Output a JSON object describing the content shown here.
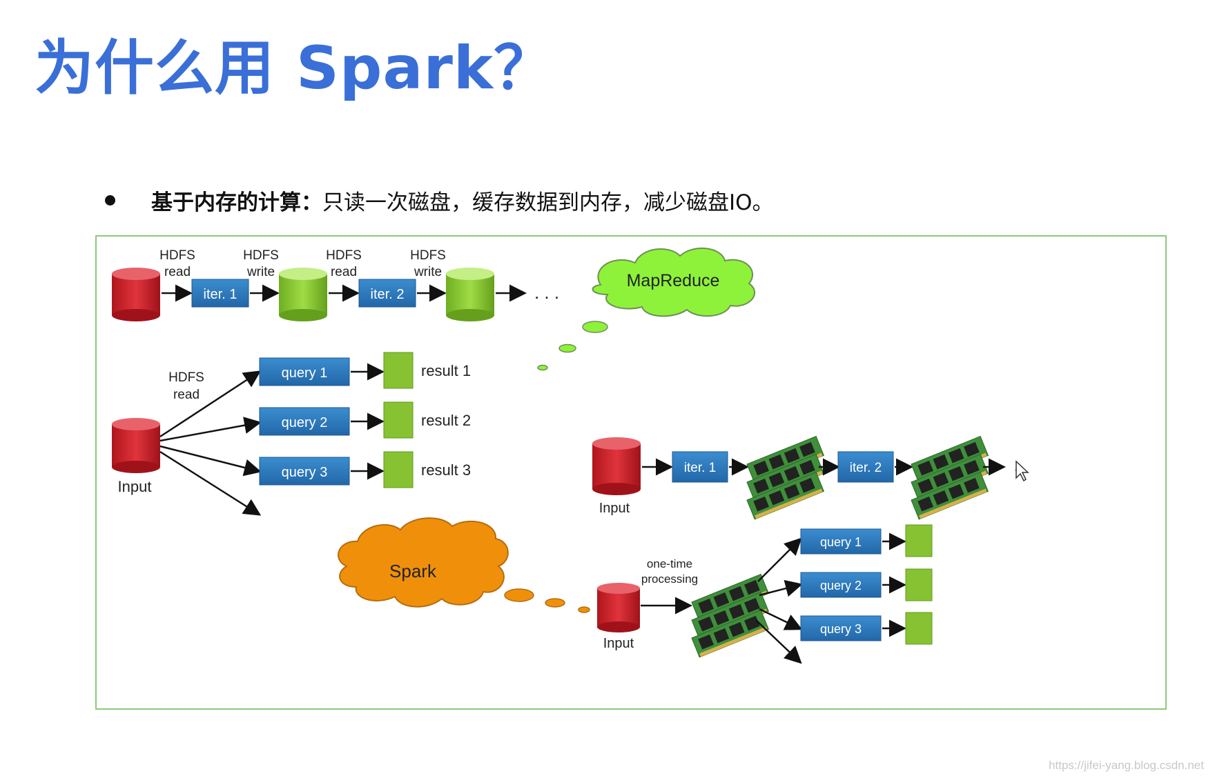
{
  "page": {
    "title": "为什么用 Spark？",
    "bullet": {
      "bold": "基于内存的计算",
      "colon": "：",
      "text": "只读一次磁盘，缓存数据到内存，减少磁盘IO。"
    },
    "watermark": "https://jifei-yang.blog.csdn.net"
  },
  "diagram": {
    "mapreduce": {
      "cloud_label": "MapReduce",
      "io_labels": [
        {
          "line1": "HDFS",
          "line2": "read"
        },
        {
          "line1": "HDFS",
          "line2": "write"
        },
        {
          "line1": "HDFS",
          "line2": "read"
        },
        {
          "line1": "HDFS",
          "line2": "write"
        }
      ],
      "iterations": [
        "iter. 1",
        "iter. 2"
      ],
      "ellipsis": ". . .",
      "query_read": {
        "line1": "HDFS",
        "line2": "read"
      },
      "input_label": "Input",
      "queries": [
        "query 1",
        "query 2",
        "query 3"
      ],
      "results": [
        "result 1",
        "result 2",
        "result 3"
      ]
    },
    "spark": {
      "cloud_label": "Spark",
      "iterations": [
        "iter. 1",
        "iter. 2"
      ],
      "input_label": "Input",
      "ellipsis": ". .",
      "processing": {
        "line1": "one-time",
        "line2": "processing"
      },
      "query_input_label": "Input",
      "queries": [
        "query 1",
        "query 2",
        "query 3"
      ]
    },
    "colors": {
      "title_blue": "#3a6fd8",
      "disk_red": "#c8202a",
      "disk_green": "#86c232",
      "box_blue": "#2f7cc0",
      "cloud_green": "#8ef23a",
      "cloud_orange": "#f0900a",
      "chip_green": "#3c8c3a"
    }
  }
}
